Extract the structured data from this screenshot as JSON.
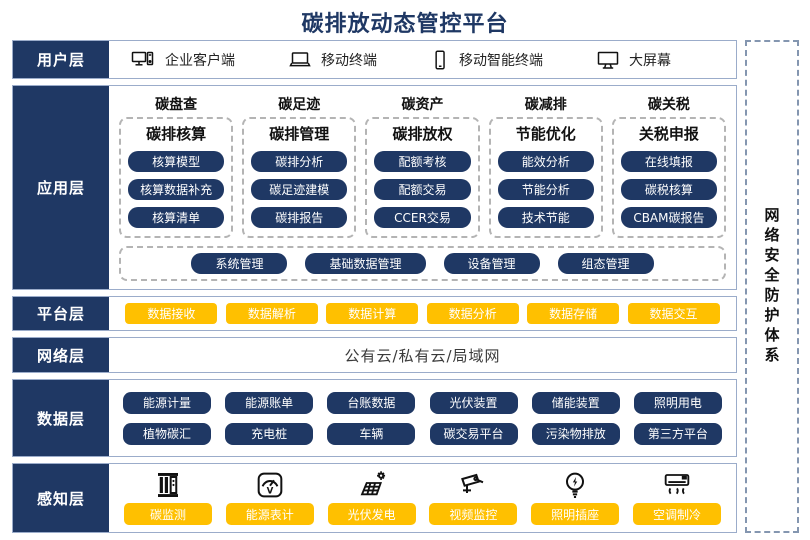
{
  "title": "碳排放动态管控平台",
  "security_box": {
    "label": "网络安全防护体系"
  },
  "colors": {
    "navy": "#1F3864",
    "gold": "#FFC000",
    "row_border": "#9BACCA",
    "title": "#1F3864"
  },
  "layers": {
    "user": {
      "label": "用户层",
      "items": [
        {
          "icon": "desktop-pc-icon",
          "label": "企业客户端"
        },
        {
          "icon": "laptop-icon",
          "label": "移动终端"
        },
        {
          "icon": "smartphone-icon",
          "label": "移动智能终端"
        },
        {
          "icon": "big-screen-icon",
          "label": "大屏幕"
        }
      ]
    },
    "app": {
      "label": "应用层",
      "columns": [
        {
          "header": "碳盘查",
          "title": "碳排核算",
          "items": [
            "核算模型",
            "核算数据补充",
            "核算清单"
          ]
        },
        {
          "header": "碳足迹",
          "title": "碳排管理",
          "items": [
            "碳排分析",
            "碳足迹建模",
            "碳排报告"
          ]
        },
        {
          "header": "碳资产",
          "title": "碳排放权",
          "items": [
            "配额考核",
            "配额交易",
            "CCER交易"
          ]
        },
        {
          "header": "碳减排",
          "title": "节能优化",
          "items": [
            "能效分析",
            "节能分析",
            "技术节能"
          ]
        },
        {
          "header": "碳关税",
          "title": "关税申报",
          "items": [
            "在线填报",
            "碳税核算",
            "CBAM碳报告"
          ]
        }
      ],
      "common_items": [
        "系统管理",
        "基础数据管理",
        "设备管理",
        "组态管理"
      ]
    },
    "platform": {
      "label": "平台层",
      "items": [
        "数据接收",
        "数据解析",
        "数据计算",
        "数据分析",
        "数据存储",
        "数据交互"
      ]
    },
    "network": {
      "label": "网络层",
      "content": "公有云/私有云/局域网"
    },
    "data": {
      "label": "数据层",
      "rows": [
        [
          "能源计量",
          "能源账单",
          "台账数据",
          "光伏装置",
          "储能装置",
          "照明用电"
        ],
        [
          "植物碳汇",
          "充电桩",
          "车辆",
          "碳交易平台",
          "污染物排放",
          "第三方平台"
        ]
      ]
    },
    "perception": {
      "label": "感知层",
      "items": [
        {
          "icon": "carbon-monitor-icon",
          "label": "碳监测"
        },
        {
          "icon": "energy-meter-icon",
          "label": "能源表计"
        },
        {
          "icon": "solar-panel-icon",
          "label": "光伏发电"
        },
        {
          "icon": "cctv-camera-icon",
          "label": "视频监控"
        },
        {
          "icon": "lightbulb-icon",
          "label": "照明插座"
        },
        {
          "icon": "air-conditioner-icon",
          "label": "空调制冷"
        }
      ]
    }
  }
}
